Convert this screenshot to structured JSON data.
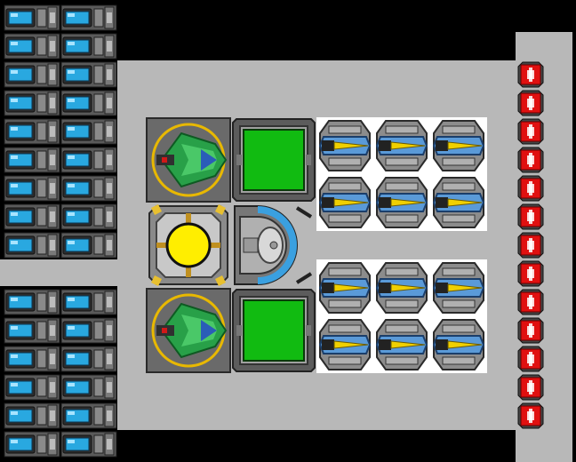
{
  "scene": {
    "colors": {
      "background": "#000000",
      "floor": "#b8b8b8",
      "panel": "#ffffff",
      "energy_cell": "#29a8e0",
      "capacitor": "#e01010",
      "core": "#ffee00",
      "storage_screen": "#11bb11",
      "ship_hull": "#22aa44",
      "gun_accent": "#f0d000"
    },
    "battery_bank_upper": {
      "rows": 9,
      "cols": 2,
      "icon": "energy-cell-icon"
    },
    "battery_bank_lower": {
      "rows": 6,
      "cols": 2,
      "icon": "energy-cell-icon"
    },
    "capacitor_column": {
      "count": 13,
      "icon": "capacitor-icon"
    },
    "gun_battery_upper": {
      "rows": 2,
      "cols": 3,
      "icon": "gun-turret-icon"
    },
    "gun_battery_lower": {
      "rows": 2,
      "cols": 3,
      "icon": "gun-turret-icon"
    },
    "modules": [
      {
        "name": "fighter-hangar-top",
        "icon": "fighter-ship-icon"
      },
      {
        "name": "storage-top",
        "icon": "storage-screen-icon"
      },
      {
        "name": "reactor-core",
        "icon": "reactor-core-icon"
      },
      {
        "name": "shield-generator",
        "icon": "shield-dome-icon"
      },
      {
        "name": "fighter-hangar-bottom",
        "icon": "fighter-ship-icon"
      },
      {
        "name": "storage-bottom",
        "icon": "storage-screen-icon"
      }
    ]
  }
}
